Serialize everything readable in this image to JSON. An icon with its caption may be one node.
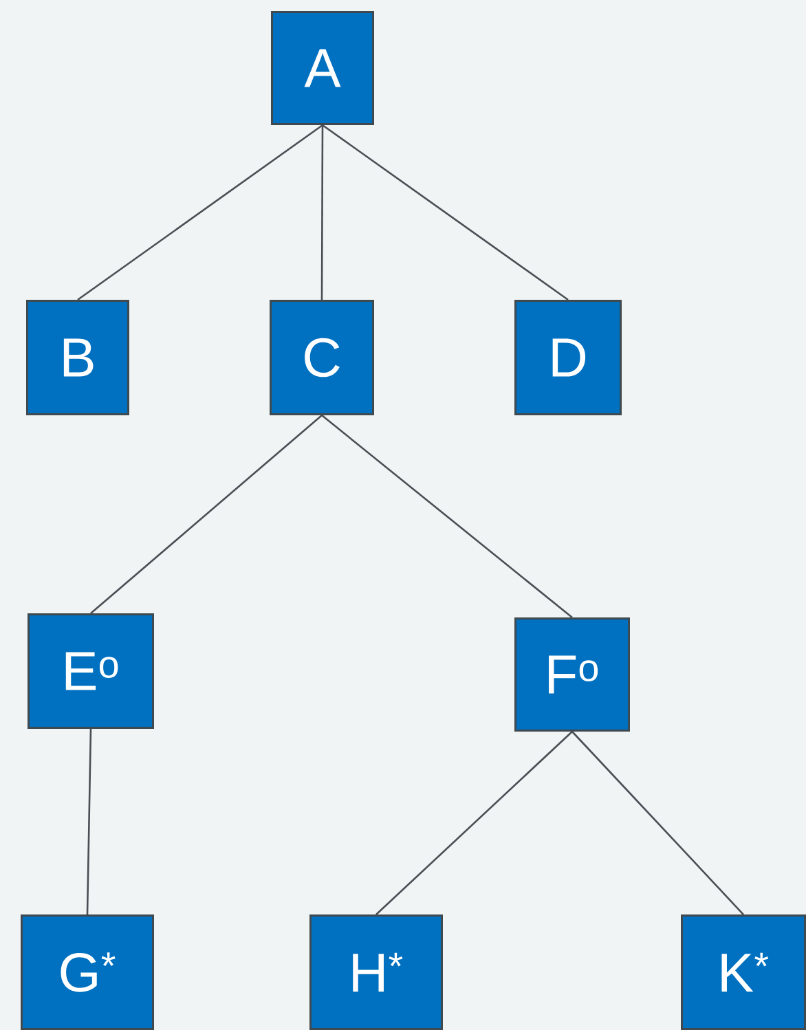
{
  "diagram": {
    "nodes": [
      {
        "text": [
          "A"
        ]
      },
      {
        "text": [
          "B"
        ]
      },
      {
        "text": [
          "C"
        ]
      },
      {
        "text": [
          "D"
        ]
      },
      {
        "text": [
          "E$^{o}$"
        ]
      },
      {
        "text": [
          "F$^{o}$"
        ]
      },
      {
        "text": [
          "G$^{*}$"
        ]
      },
      {
        "text": [
          "H$^{*}$"
        ]
      },
      {
        "text": [
          "K$^{*}$"
        ]
      }
    ],
    "edges": [
      {
        "from": 0,
        "to": 1,
        "arrow": "none"
      },
      {
        "from": 0,
        "to": 2,
        "arrow": "none"
      },
      {
        "from": 0,
        "to": 3,
        "arrow": "none"
      },
      {
        "from": 2,
        "to": 4,
        "arrow": "none"
      },
      {
        "from": 2,
        "to": 5,
        "arrow": "none"
      },
      {
        "from": 4,
        "to": 6,
        "arrow": "none"
      },
      {
        "from": 5,
        "to": 7,
        "arrow": "none"
      },
      {
        "from": 5,
        "to": 8,
        "arrow": "none"
      }
    ]
  }
}
